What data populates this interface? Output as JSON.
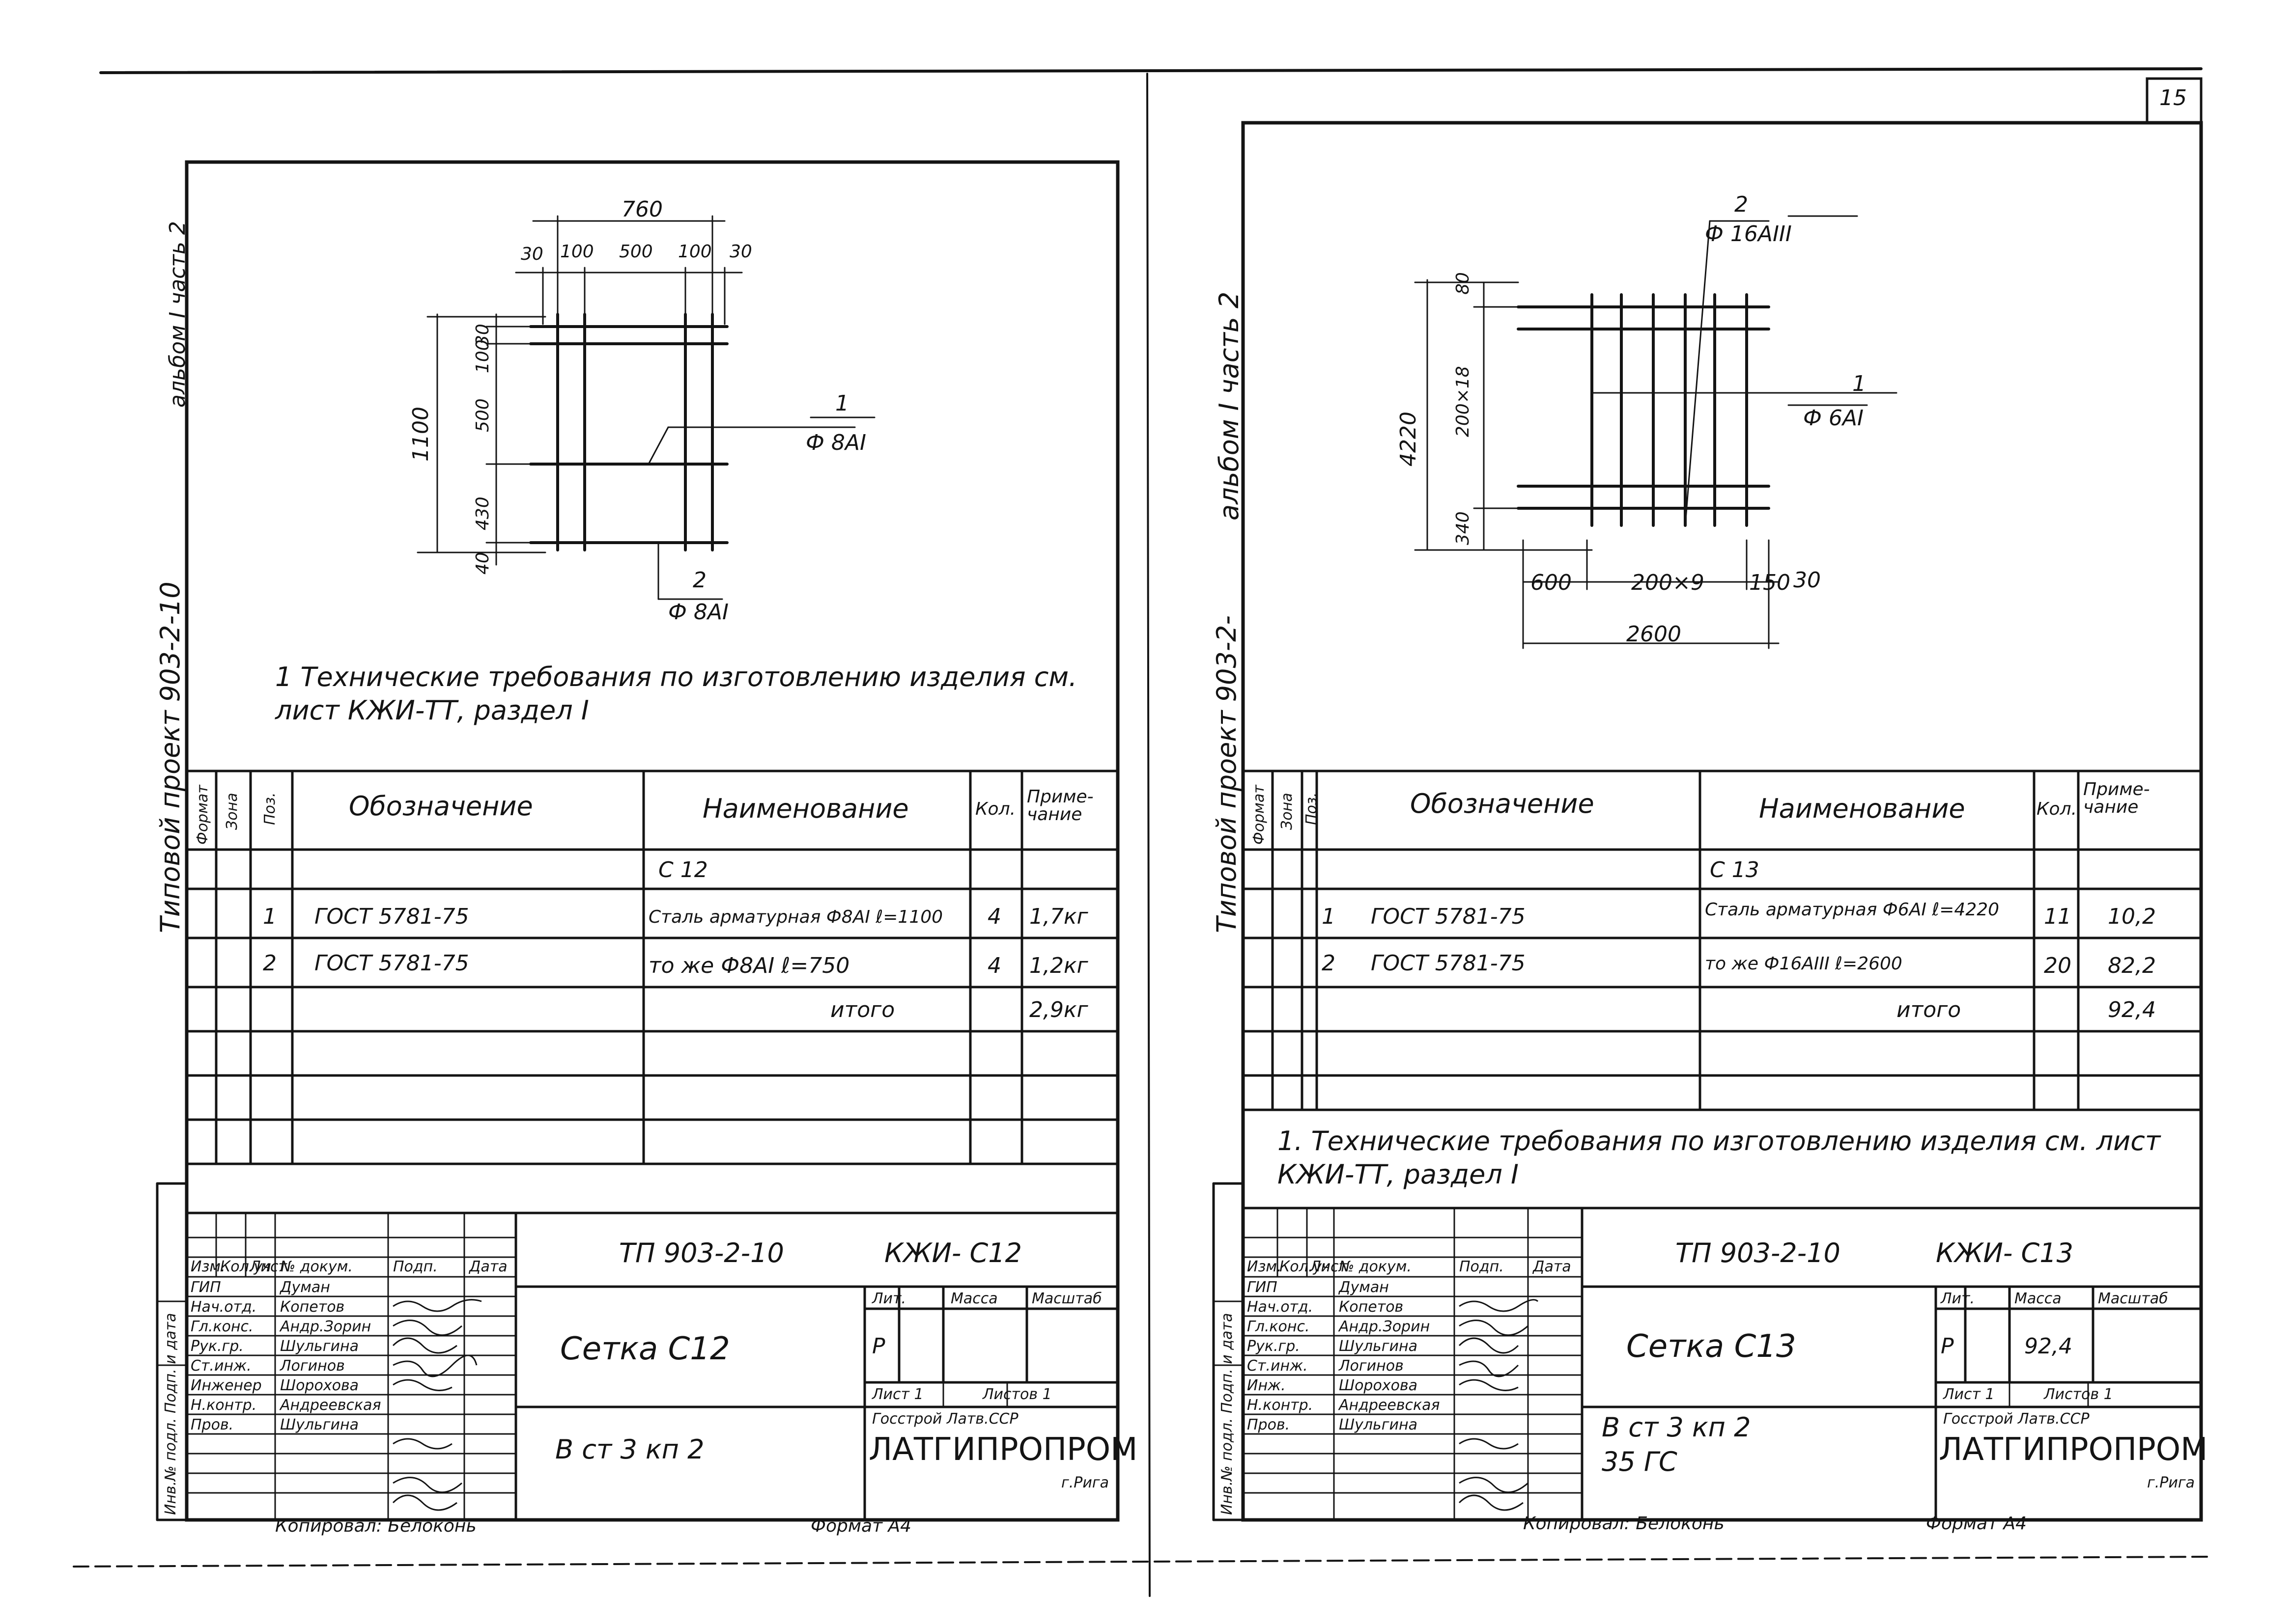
{
  "page_number": "15",
  "left": {
    "side_title_1": "Типовой проект 903-2-10",
    "side_title_2": "альбом I часть 2",
    "dims_top": [
      "760",
      "30",
      "100",
      "500",
      "100",
      "30"
    ],
    "dims_left": [
      "1100",
      "30",
      "100",
      "500",
      "430",
      "40"
    ],
    "callout_1": {
      "pos": "1",
      "spec": "Ф 8АI"
    },
    "callout_2": {
      "pos": "2",
      "spec": "Ф 8АI"
    },
    "note": "1  Технические требования по изготовлению изделия см. лист КЖИ-ТТ, раздел I",
    "table": {
      "headers": [
        "Формат",
        "Зона",
        "Поз.",
        "Обозначение",
        "Наименование",
        "Кол.",
        "Приме-чание"
      ],
      "rows": [
        {
          "pos": "",
          "designation": "",
          "name": "С 12",
          "qty": "",
          "note": ""
        },
        {
          "pos": "1",
          "designation": "ГОСТ 5781-75",
          "name": "Сталь арматурная Ф8АI ℓ=1100",
          "qty": "4",
          "note": "1,7кг"
        },
        {
          "pos": "2",
          "designation": "ГОСТ 5781-75",
          "name": "то же   Ф8АI ℓ=750",
          "qty": "4",
          "note": "1,2кг"
        },
        {
          "pos": "",
          "designation": "",
          "name": "итого",
          "qty": "",
          "note": "2,9кг"
        }
      ]
    },
    "stamp": {
      "code": "ТП 903-2-10",
      "sheet_code": "КЖИ- С12",
      "title": "Сетка С12",
      "material": "В ст 3 кп 2",
      "col_headers": [
        "Изм.",
        "Кол.уч",
        "Лист",
        "№ докум.",
        "Подп.",
        "Дата"
      ],
      "people": [
        {
          "role": "ГИП",
          "name": "Думан"
        },
        {
          "role": "Нач.отд.",
          "name": "Копетов"
        },
        {
          "role": "Гл.конс.",
          "name": "Андр.Зорин"
        },
        {
          "role": "Рук.гр.",
          "name": "Шульгина"
        },
        {
          "role": "Ст.инж.",
          "name": "Логинов"
        },
        {
          "role": "Инженер",
          "name": "Шорохова"
        },
        {
          "role": "Н.контр.",
          "name": "Андреевская"
        },
        {
          "role": "Пров.",
          "name": "Шульгина"
        }
      ],
      "lit_headers": [
        "Лит.",
        "Масса",
        "Масштаб"
      ],
      "stage": "Р",
      "mass": "",
      "sheet": "Лист 1",
      "sheets": "Листов 1",
      "org_line": "Госстрой Латв.ССР",
      "org": "ЛАТГИПРОПРОМ",
      "city": "г.Рига",
      "copied_by": "Копировал: Белоконь",
      "format": "Формат А4"
    },
    "side_stamp": "Инв.№ подл.  Подп. и дата"
  },
  "right": {
    "side_title_1": "Типовой проект 903-2-",
    "side_title_2": "альбом I часть 2",
    "dims_left": [
      "4220",
      "80",
      "200×18",
      "340"
    ],
    "dims_bottom": [
      "600",
      "200×9",
      "150",
      "30",
      "2600"
    ],
    "callout_1": {
      "pos": "1",
      "spec": "Ф 6АI"
    },
    "callout_2": {
      "pos": "2",
      "spec": "Ф 16АIII"
    },
    "note": "1. Технические требования по изготовлению изделия см. лист КЖИ-ТТ, раздел I",
    "table": {
      "headers": [
        "Формат",
        "Зона",
        "Поз.",
        "Обозначение",
        "Наименование",
        "Кол.",
        "Приме-чание"
      ],
      "rows": [
        {
          "pos": "",
          "designation": "",
          "name": "С 13",
          "qty": "",
          "note": ""
        },
        {
          "pos": "1",
          "designation": "ГОСТ 5781-75",
          "name": "Сталь арматурная Ф6АI ℓ=4220",
          "qty": "11",
          "note": "10,2"
        },
        {
          "pos": "2",
          "designation": "ГОСТ 5781-75",
          "name": "то же   Ф16АIII ℓ=2600",
          "qty": "20",
          "note": "82,2"
        },
        {
          "pos": "",
          "designation": "",
          "name": "итого",
          "qty": "",
          "note": "92,4"
        }
      ]
    },
    "stamp": {
      "code": "ТП 903-2-10",
      "sheet_code": "КЖИ- С13",
      "title": "Сетка С13",
      "material": "В ст 3 кп 2",
      "material2": "35 ГС",
      "col_headers": [
        "Изм.",
        "Кол.уч",
        "Лист",
        "№ докум.",
        "Подп.",
        "Дата"
      ],
      "people": [
        {
          "role": "ГИП",
          "name": "Думан"
        },
        {
          "role": "Нач.отд.",
          "name": "Копетов"
        },
        {
          "role": "Гл.конс.",
          "name": "Андр.Зорин"
        },
        {
          "role": "Рук.гр.",
          "name": "Шульгина"
        },
        {
          "role": "Ст.инж.",
          "name": "Логинов"
        },
        {
          "role": "Инж.",
          "name": "Шорохова"
        },
        {
          "role": "Н.контр.",
          "name": "Андреевская"
        },
        {
          "role": "Пров.",
          "name": "Шульгина"
        }
      ],
      "lit_headers": [
        "Лит.",
        "Масса",
        "Масштаб"
      ],
      "stage": "Р",
      "mass": "92,4",
      "sheet": "Лист 1",
      "sheets": "Листов 1",
      "org_line": "Госстрой Латв.ССР",
      "org": "ЛАТГИПРОПРОМ",
      "city": "г.Рига",
      "copied_by": "Копировал: Белоконь",
      "format": "Формат А4"
    },
    "side_stamp": "Инв.№ подл.  Подп. и дата"
  }
}
